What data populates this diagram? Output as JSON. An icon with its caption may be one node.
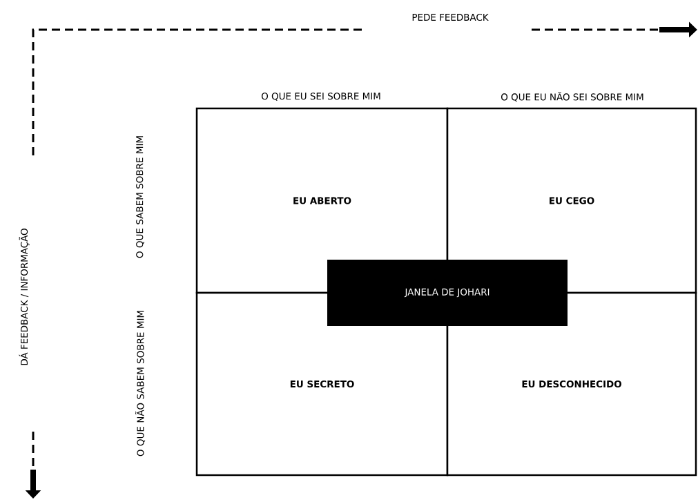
{
  "diagram": {
    "nodes": [
      {
        "text": [
          "EU ABERTO"
        ]
      },
      {
        "text": [
          "EU CEGO"
        ]
      },
      {
        "text": [
          "EU SECRETO"
        ]
      },
      {
        "text": [
          "EU DESCONHECIDO"
        ]
      },
      {
        "text": [
          "JANELA DE JOHARI"
        ]
      }
    ],
    "labels": [
      "PEDE FEEDBACK",
      "O QUE EU SEI SOBRE MIM",
      "O QUE EU NÃO SEI SOBRE MIM",
      "O QUE SABEM SOBRE MIM",
      "DÁ FEEDBACK / INFORMAÇÃO",
      "O QUE NÃO SABEM SOBRE MIM"
    ]
  }
}
